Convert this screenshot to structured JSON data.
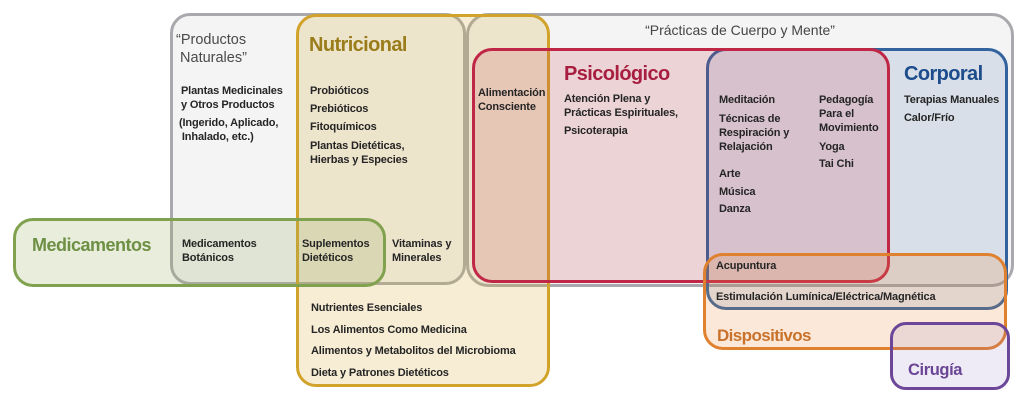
{
  "colors": {
    "natural_gray_border": "#a9a9ad",
    "nutricional_gold_border": "#d2a32b",
    "nutricional_title": "#9a7c1a",
    "psicologico_red_border": "#c02746",
    "psicologico_title": "#a81e40",
    "corporal_blue_border": "#33639e",
    "corporal_title": "#1d4c8c",
    "medicamentos_green_border": "#80a24e",
    "medicamentos_title": "#6e9044",
    "dispositivos_orange_border": "#e0812f",
    "dispositivos_title": "#c9722b",
    "cirugia_purple_border": "#6c4699",
    "cirugia_title": "#6a4596"
  },
  "productos": {
    "title": "“Productos\n Naturales”",
    "item_plantas": "Plantas Medicinales\ny Otros Productos",
    "item_ingerido": "(Ingerido, Aplicado,\n Inhalado, etc.)"
  },
  "nutricional": {
    "title": "Nutricional",
    "items_top": [
      "Probióticos",
      "Prebióticos",
      "Fitoquímicos",
      "Plantas Dietéticas,\nHierbas y Especies"
    ],
    "items_bottom": [
      "Nutrientes Esenciales",
      "Los Alimentos Como Medicina",
      "Alimentos y Metabolitos del Microbioma",
      "Dieta y Patrones Dietéticos"
    ]
  },
  "medicamentos": {
    "title": "Medicamentos"
  },
  "overlaps_row": {
    "medicamentos_botanicos": "Medicamentos\nBotánicos",
    "suplementos_dieteticos": "Suplementos\nDietéticos",
    "vitaminas_minerales": "Vitaminas y\nMinerales"
  },
  "practicas": {
    "title": "“Prácticas de Cuerpo y Mente”"
  },
  "psicologico": {
    "title": "Psicológico",
    "item_atencion": "Atención Plena y\nPrácticas Espirituales,",
    "item_psicoterapia": "Psicoterapia",
    "overlap_alimentacion": "Alimentación\nConsciente"
  },
  "psicologico_corporal": {
    "col1": [
      "Meditación",
      "Técnicas de\nRespiración y\nRelajación",
      "Arte",
      "Música",
      "Danza"
    ],
    "col2": [
      "Pedagogía\nPara el\nMovimiento",
      "Yoga",
      "Tai Chi"
    ]
  },
  "corporal": {
    "title": "Corporal",
    "items": [
      "Terapias Manuales",
      "Calor/Frío"
    ]
  },
  "dispositivos": {
    "title": "Dispositivos",
    "overlap_acupuntura": "Acupuntura",
    "overlap_estimulacion": "Estimulación Lumínica/Eléctrica/Magnética"
  },
  "cirugia": {
    "title": "Cirugía"
  }
}
